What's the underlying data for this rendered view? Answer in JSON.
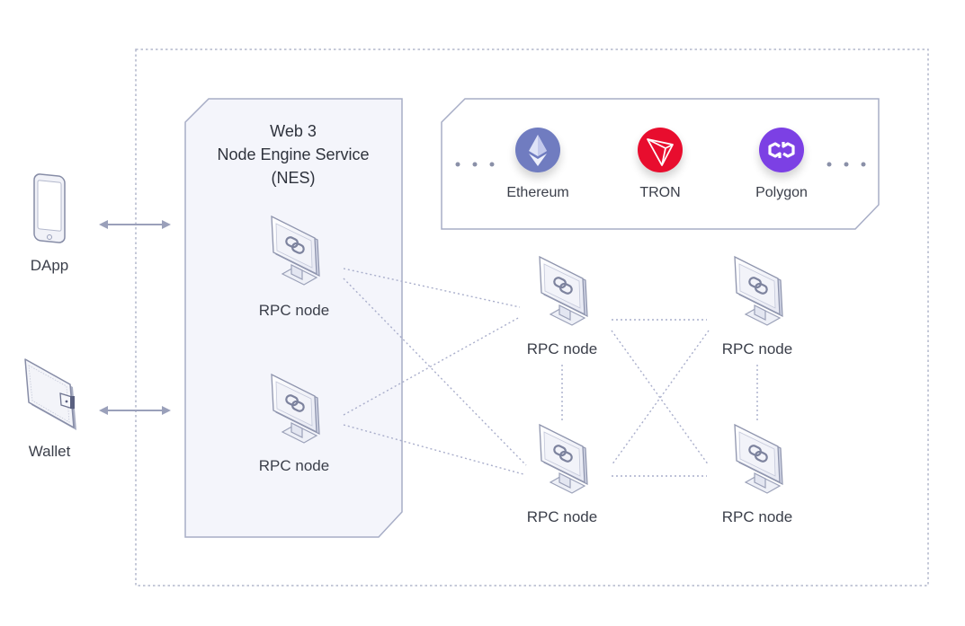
{
  "diagram": {
    "clients": [
      {
        "id": "dapp",
        "label": "DApp",
        "icon": "smartphone-icon"
      },
      {
        "id": "wallet",
        "label": "Wallet",
        "icon": "wallet-icon"
      }
    ],
    "nes": {
      "title_lines": [
        "Web 3",
        "Node Engine Service",
        "(NES)"
      ],
      "nodes": [
        {
          "id": "nes1",
          "label": "RPC node"
        },
        {
          "id": "nes2",
          "label": "RPC node"
        }
      ]
    },
    "chains": {
      "leading_ellipsis": "• • •",
      "trailing_ellipsis": "• • •",
      "items": [
        {
          "name": "Ethereum",
          "color": "#6f7cc0",
          "icon": "ethereum-icon"
        },
        {
          "name": "TRON",
          "color": "#e8112d",
          "icon": "tron-icon"
        },
        {
          "name": "Polygon",
          "color": "#7b3fe4",
          "icon": "polygon-icon"
        }
      ]
    },
    "network_nodes": [
      {
        "id": "n1",
        "label": "RPC node"
      },
      {
        "id": "n2",
        "label": "RPC node"
      },
      {
        "id": "n3",
        "label": "RPC node"
      },
      {
        "id": "n4",
        "label": "RPC node"
      }
    ],
    "colors": {
      "border": "#a7adc6",
      "panel_fill": "#f4f5fb",
      "dotted": "#a9aecb",
      "arrow": "#9aa0ba"
    }
  }
}
